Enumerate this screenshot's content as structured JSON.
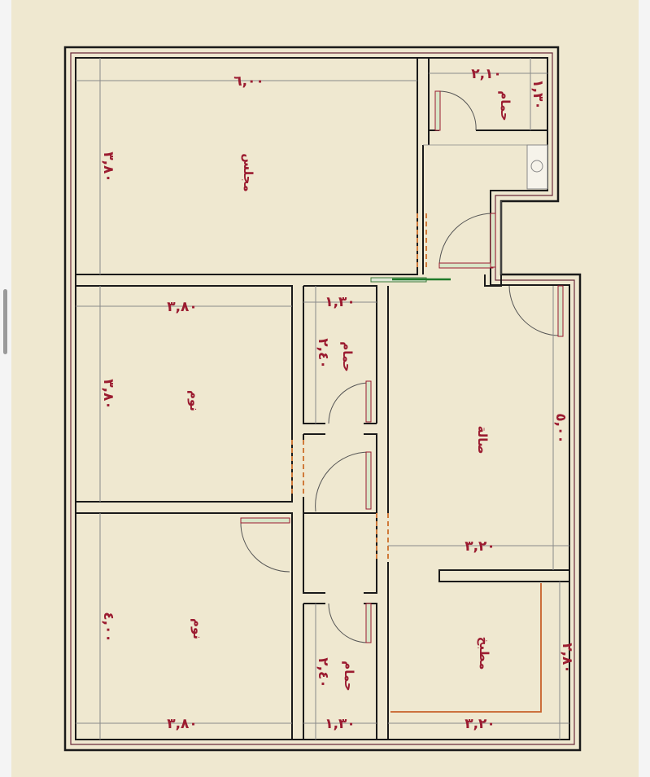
{
  "colors": {
    "paper": "#efe8d0",
    "wall": "#1a1a1a",
    "label": "#9b1b30",
    "dim_line": "#8a8a8a",
    "door_leaf": "#3d7a3a",
    "door_frame": "#9b1b30",
    "opening": "#d07a3a",
    "kitchen_counter": "#c8602a"
  },
  "rooms": {
    "majlis": "مجلس",
    "bath_top": "حمام",
    "bedroom_1": "نوم",
    "bath_mid": "حمام",
    "bedroom_2": "نوم",
    "bath_bottom": "حمام",
    "hall": "صالة",
    "kitchen": "مطبخ"
  },
  "dimensions": {
    "majlis_width": "٦,٠٠",
    "majlis_depth": "٣,٨٠",
    "bath_top_width": "٢,١٠",
    "bath_top_depth": "١,٣٠",
    "bedroom_1_width": "٣,٨٠",
    "bedroom_1_depth": "٣,٨٠",
    "bath_mid_width": "١,٣٠",
    "bath_mid_depth": "٢,٤٠",
    "bedroom_2_width": "٣,٨٠",
    "bedroom_2_depth": "٤,٠٠",
    "bath_bottom_width": "١,٣٠",
    "bath_bottom_depth": "٢,٤٠",
    "hall_depth": "٥,٠٠",
    "hall_width": "٣,٢٠",
    "kitchen_depth": "٢,٨٠",
    "kitchen_width": "٣,٢٠"
  }
}
